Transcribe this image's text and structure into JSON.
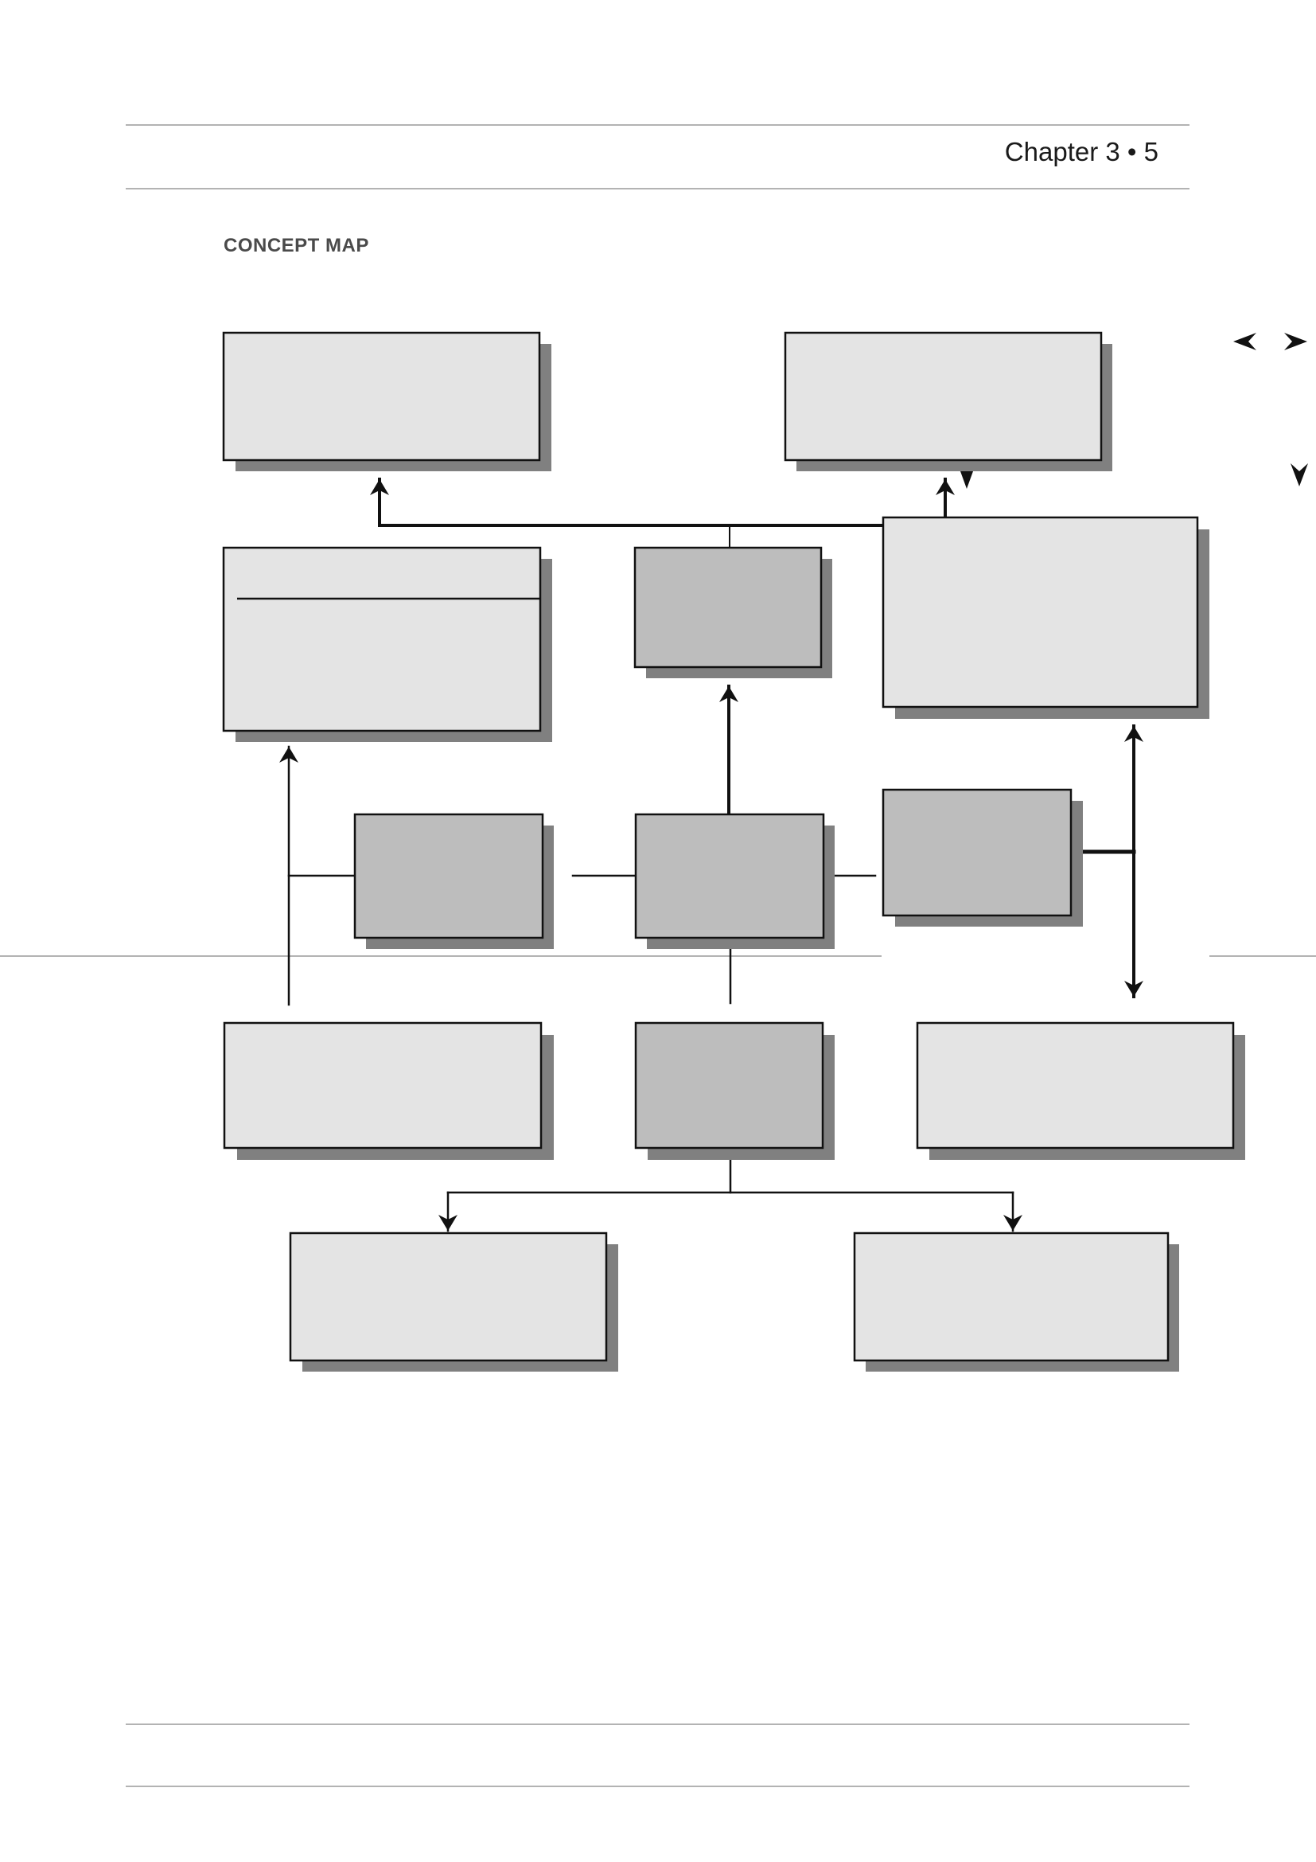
{
  "header": {
    "chapter_label": "Chapter 3",
    "separator": "•",
    "page_number": "5"
  },
  "section": {
    "title": "CONCEPT MAP"
  },
  "colors": {
    "light_box_fill": "#e4e4e4",
    "dark_box_fill": "#bdbdbd",
    "shadow": "#808080",
    "rule": "#b3b3b3",
    "stroke": "#111111"
  },
  "nav": {
    "prev_icon": "arrowhead-left-icon",
    "next_icon": "arrowhead-right-icon",
    "down_icon": "arrowhead-down-icon"
  },
  "concept_map": {
    "boxes": [
      {
        "id": "top-left",
        "label": ""
      },
      {
        "id": "top-right",
        "label": ""
      },
      {
        "id": "mid-left-titled",
        "label": ""
      },
      {
        "id": "mid-center",
        "label": ""
      },
      {
        "id": "mid-right-large",
        "label": ""
      },
      {
        "id": "row3-left",
        "label": ""
      },
      {
        "id": "row3-center",
        "label": ""
      },
      {
        "id": "row3-right",
        "label": ""
      },
      {
        "id": "row4-left",
        "label": ""
      },
      {
        "id": "row4-center",
        "label": ""
      },
      {
        "id": "row4-right",
        "label": ""
      },
      {
        "id": "bottom-left",
        "label": ""
      },
      {
        "id": "bottom-right",
        "label": ""
      }
    ]
  }
}
